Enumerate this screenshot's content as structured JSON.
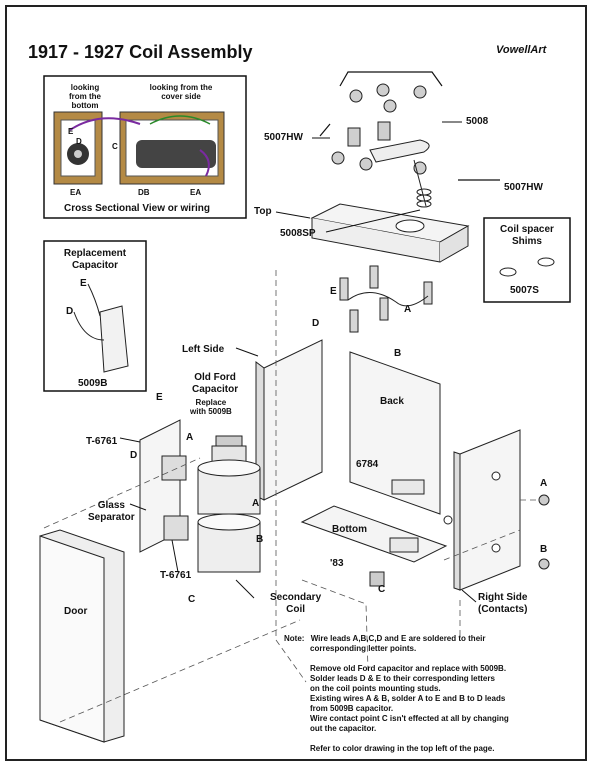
{
  "title": "1917 - 1927 Coil Assembly",
  "brand": "VowellArt",
  "inset": {
    "looking_bottom": "looking\nfrom the\nbottom",
    "looking_cover": "looking from the\ncover side",
    "caption": "Cross Sectional View or wiring",
    "letters": {
      "E": "E",
      "D": "D",
      "C": "C",
      "EA1": "EA",
      "DB": "DB",
      "EA2": "EA"
    }
  },
  "replacement": {
    "title": "Replacement\nCapacitor",
    "part": "5009B",
    "lead_e": "E",
    "lead_d": "D"
  },
  "spacer": {
    "title": "Coil spacer\nShims",
    "part": "5007S"
  },
  "parts": {
    "p5007hw_1": "5007HW",
    "p5008": "5008",
    "p5007hw_2": "5007HW",
    "top": "Top",
    "p5008sp": "5008SP",
    "left_side": "Left Side",
    "old_ford": "Old Ford\nCapacitor",
    "replace_with": "Replace\nwith 5009B",
    "back": "Back",
    "p6784": "6784",
    "t6761_1": "T-6761",
    "glass": "Glass\nSeparator",
    "t6761_2": "T-6761",
    "bottom": "Bottom",
    "p83": "'83",
    "door": "Door",
    "secondary": "Secondary\nCoil",
    "right_side": "Right Side\n(Contacts)"
  },
  "wire_letters": {
    "E_top": "E",
    "D_top": "D",
    "A_top": "A",
    "B_top": "B",
    "E_cap": "E",
    "D_cap": "D",
    "A_cap": "A",
    "A_coil": "A",
    "B_coil": "B",
    "C_coil": "C",
    "C_bottom": "C",
    "A_right": "A",
    "B_right": "B"
  },
  "note": {
    "lead": "Note:",
    "lines": [
      "Wire leads A,B,C,D and E are soldered to their",
      "corresponding letter points.",
      "",
      "Remove old Ford capacitor and replace with 5009B.",
      "Solder leads D & E to their corresponding letters",
      "on the coil points mounting studs.",
      "Existing wires A & B, solder A to E and B to D leads",
      "from 5009B capacitor.",
      "Wire contact point C isn't effected at all by changing",
      "out the capacitor.",
      "",
      "Refer to color drawing in the top left of the page."
    ]
  }
}
